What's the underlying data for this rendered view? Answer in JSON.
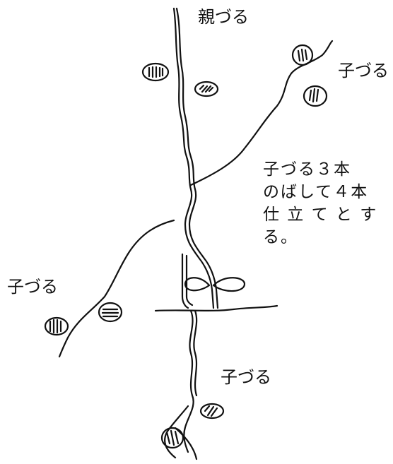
{
  "labels": {
    "main_vine": "親づる",
    "child_vine_upper_right": "子づる",
    "child_vine_left": "子づる",
    "child_vine_lower": "子づる"
  },
  "note": {
    "line1": "子づる３本",
    "line2": "のばして４本",
    "line3": "仕 立 て と す",
    "line4": "る。"
  },
  "colors": {
    "ink": "#111111",
    "background": "#ffffff"
  }
}
